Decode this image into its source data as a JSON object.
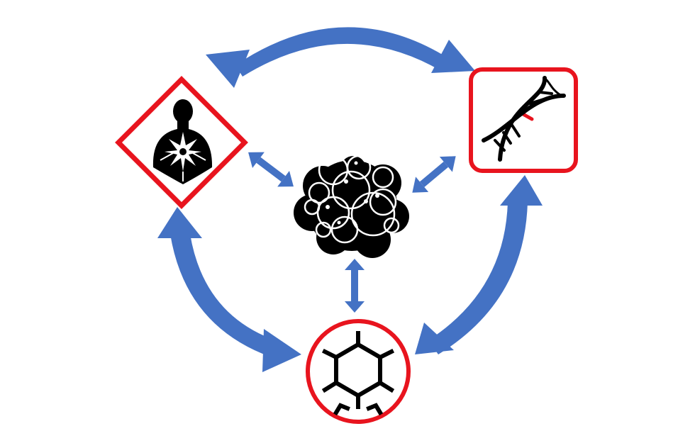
{
  "diagram": {
    "colors": {
      "arrow": "#4472C4",
      "frame": "#E8141E",
      "icon": "#000000",
      "dna_mutation": "#E8141E",
      "background": "#FFFFFF"
    },
    "nodes": [
      {
        "id": "health-hazard",
        "icon": "health-hazard-icon",
        "frame": "diamond"
      },
      {
        "id": "dna",
        "icon": "dna-icon",
        "frame": "rounded-square"
      },
      {
        "id": "benzene",
        "icon": "benzene-ring-icon",
        "frame": "circle"
      },
      {
        "id": "particle",
        "icon": "particle-cluster-icon",
        "frame": "none"
      }
    ],
    "connections": [
      {
        "from": "health-hazard",
        "to": "dna",
        "style": "curved-double-arrow"
      },
      {
        "from": "health-hazard",
        "to": "benzene",
        "style": "curved-double-arrow"
      },
      {
        "from": "dna",
        "to": "benzene",
        "style": "curved-double-arrow"
      },
      {
        "from": "particle",
        "to": "health-hazard",
        "style": "double-arrow"
      },
      {
        "from": "particle",
        "to": "dna",
        "style": "double-arrow"
      },
      {
        "from": "particle",
        "to": "benzene",
        "style": "double-arrow"
      }
    ]
  }
}
